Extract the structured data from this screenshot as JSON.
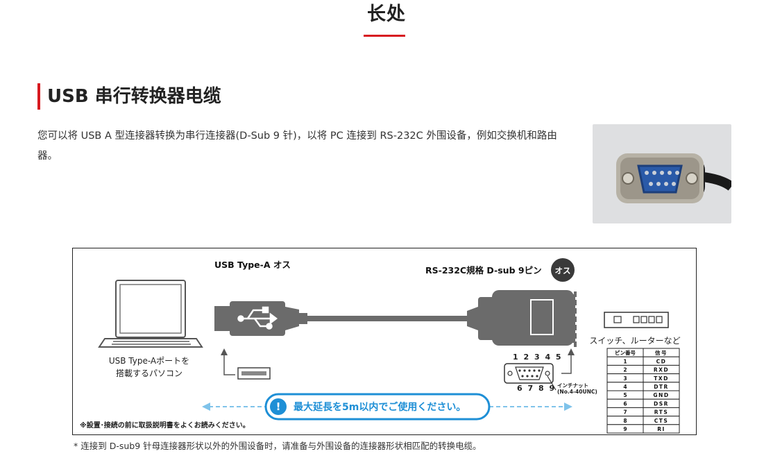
{
  "page_heading": "长处",
  "section": {
    "title": "USB 串行转换器电缆",
    "description": "您可以将 USB A 型连接器转换为串行连接器(D-Sub 9 针)，以将 PC 连接到 RS-232C 外围设备，例如交换机和路由器。"
  },
  "diagram": {
    "usb_label": "USB Type-A オス",
    "rs232_label": "RS-232C規格 D-sub 9ピン",
    "male_badge": "オス",
    "pc_label_line1": "USB Type-Aポートを",
    "pc_label_line2": "搭載するパソコン",
    "device_label": "スイッチ、ルーターなど",
    "pins_top": "1 2 3 4 5",
    "pins_bottom": "6 7 8 9",
    "screw_label_line1": "インチナット",
    "screw_label_line2": "(No.4-40UNC)",
    "length_warning": "最大延長を5m以内でご使用ください。",
    "manual_note": "※設置･接続の前に取扱説明書をよくお読みください。",
    "pin_table": {
      "headers": [
        "ピン番号",
        "信号"
      ],
      "rows": [
        [
          "1",
          "CD"
        ],
        [
          "2",
          "RXD"
        ],
        [
          "3",
          "TXD"
        ],
        [
          "4",
          "DTR"
        ],
        [
          "5",
          "GND"
        ],
        [
          "6",
          "DSR"
        ],
        [
          "7",
          "RTS"
        ],
        [
          "8",
          "CTS"
        ],
        [
          "9",
          "RI"
        ]
      ]
    }
  },
  "footnote": "* 连接到 D-sub9 针母连接器形状以外的外围设备时，请准备与外围设备的连接器形状相匹配的转换电缆。",
  "colors": {
    "accent_red": "#d71920",
    "warning_blue": "#1e8fd6",
    "arrow_blue": "#7fc3ea",
    "connector_gray": "#6b6b6b"
  }
}
